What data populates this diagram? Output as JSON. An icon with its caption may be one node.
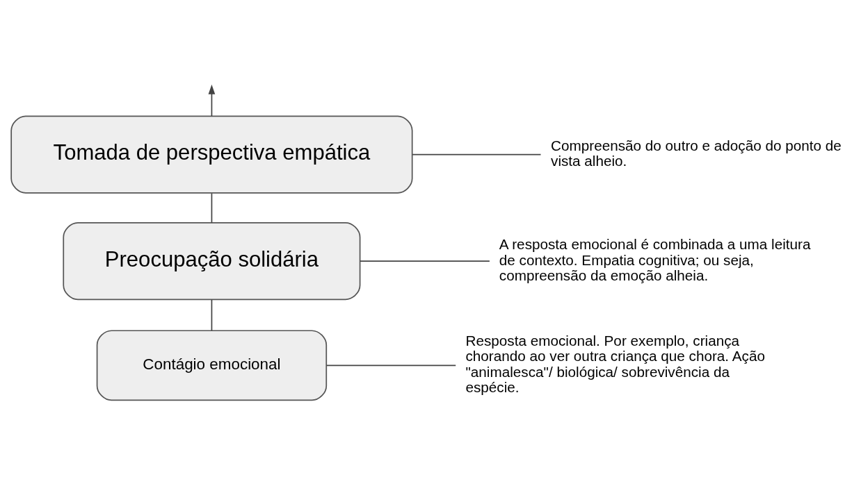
{
  "diagram": {
    "nodes": [
      {
        "text": [
          "Tomada de perspectiva empática"
        ]
      },
      {
        "text": [
          "Preocupação solidária"
        ]
      },
      {
        "text": [
          "Contágio emocional"
        ]
      },
      {
        "text": [
          "Compreensão do outro e adoção do ponto de vista alheio."
        ]
      },
      {
        "text": [
          "A resposta emocional é combinada a uma leitura de contexto. Empatia cognitiva; ou seja, compreensão da emoção alheia."
        ]
      },
      {
        "text": [
          "Resposta emocional. Por exemplo, criança chorando ao ver outra criança que chora. Ação \"animalesca\"/ biológica/ sobrevivência da espécie."
        ]
      }
    ],
    "edges": [
      {
        "from": 0,
        "to": null,
        "arrow": "to"
      },
      {
        "from": 1,
        "to": 0,
        "arrow": "none"
      },
      {
        "from": 2,
        "to": 1,
        "arrow": "none"
      },
      {
        "from": 0,
        "to": 3,
        "arrow": "none"
      },
      {
        "from": 1,
        "to": 4,
        "arrow": "none"
      },
      {
        "from": 2,
        "to": 5,
        "arrow": "none"
      }
    ]
  }
}
